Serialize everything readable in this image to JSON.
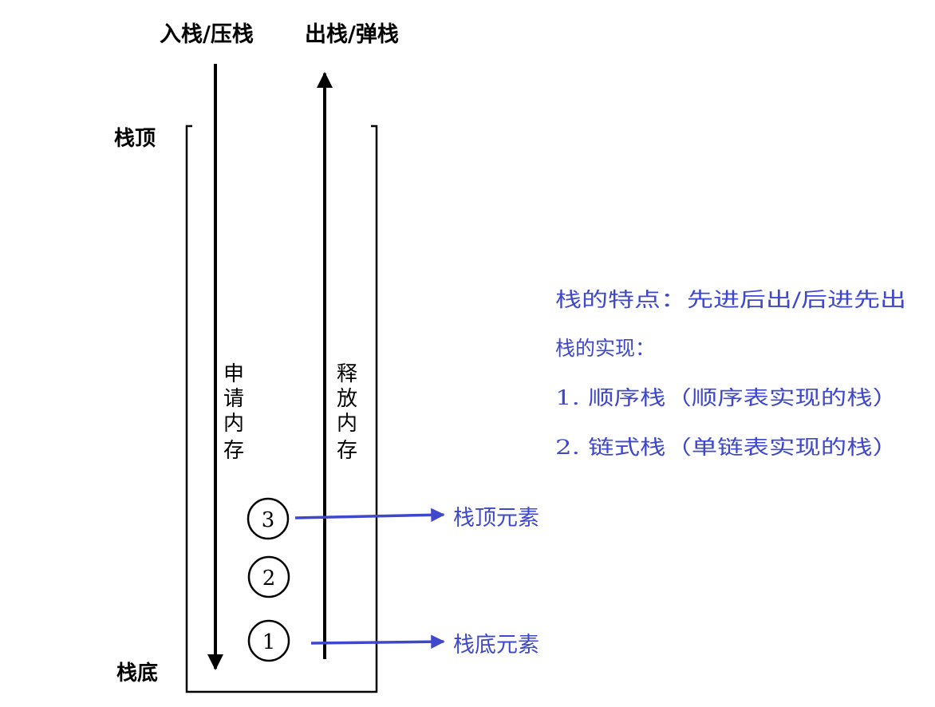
{
  "labels": {
    "push": "入栈/压栈",
    "pop": "出栈/弹栈",
    "top": "栈顶",
    "bottom": "栈底",
    "alloc": [
      "申",
      "请",
      "内",
      "存"
    ],
    "release": [
      "释",
      "放",
      "内",
      "存"
    ],
    "top_element": "栈顶元素",
    "bottom_element": "栈底元素"
  },
  "elements": [
    "3",
    "2",
    "1"
  ],
  "notes": {
    "feature": "栈的特点：先进后出/后进先出",
    "implementation": "栈的实现：",
    "impl_items": [
      "1.  顺序栈（顺序表实现的栈）",
      "2.  链式栈（单链表实现的栈）"
    ]
  },
  "colors": {
    "ink": "#000000",
    "accent": "#3f48cc"
  }
}
